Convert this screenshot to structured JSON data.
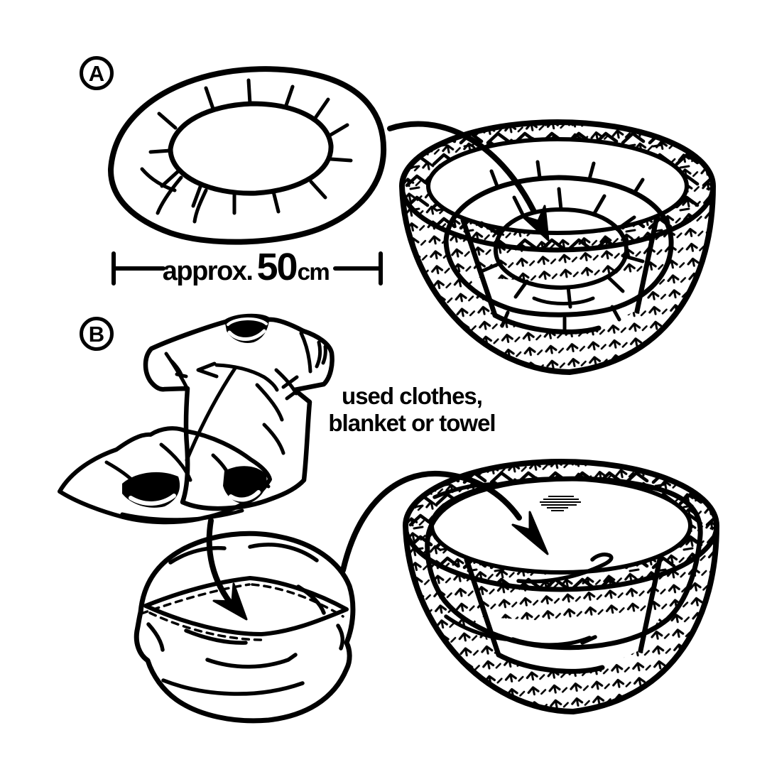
{
  "colors": {
    "ink": "#000000",
    "background": "#ffffff"
  },
  "panel_a": {
    "label": "A",
    "measurement": {
      "prefix": "approx.",
      "value": "50",
      "unit": "cm"
    }
  },
  "panel_b": {
    "label": "B",
    "caption_line1": "used clothes,",
    "caption_line2": "blanket or towel"
  },
  "illustrations": {
    "cushion": "round ruffled pet cushion",
    "basket_with_cushion": "woven pet basket with cushion inside and arrow pointing in",
    "clothes_pile": "t-shirt and folded blanket",
    "fabric_bundle": "clothes stuffed into a round fabric bundle",
    "basket_with_bundle": "woven pet basket with stuffed fabric inside and arrow pointing in"
  }
}
